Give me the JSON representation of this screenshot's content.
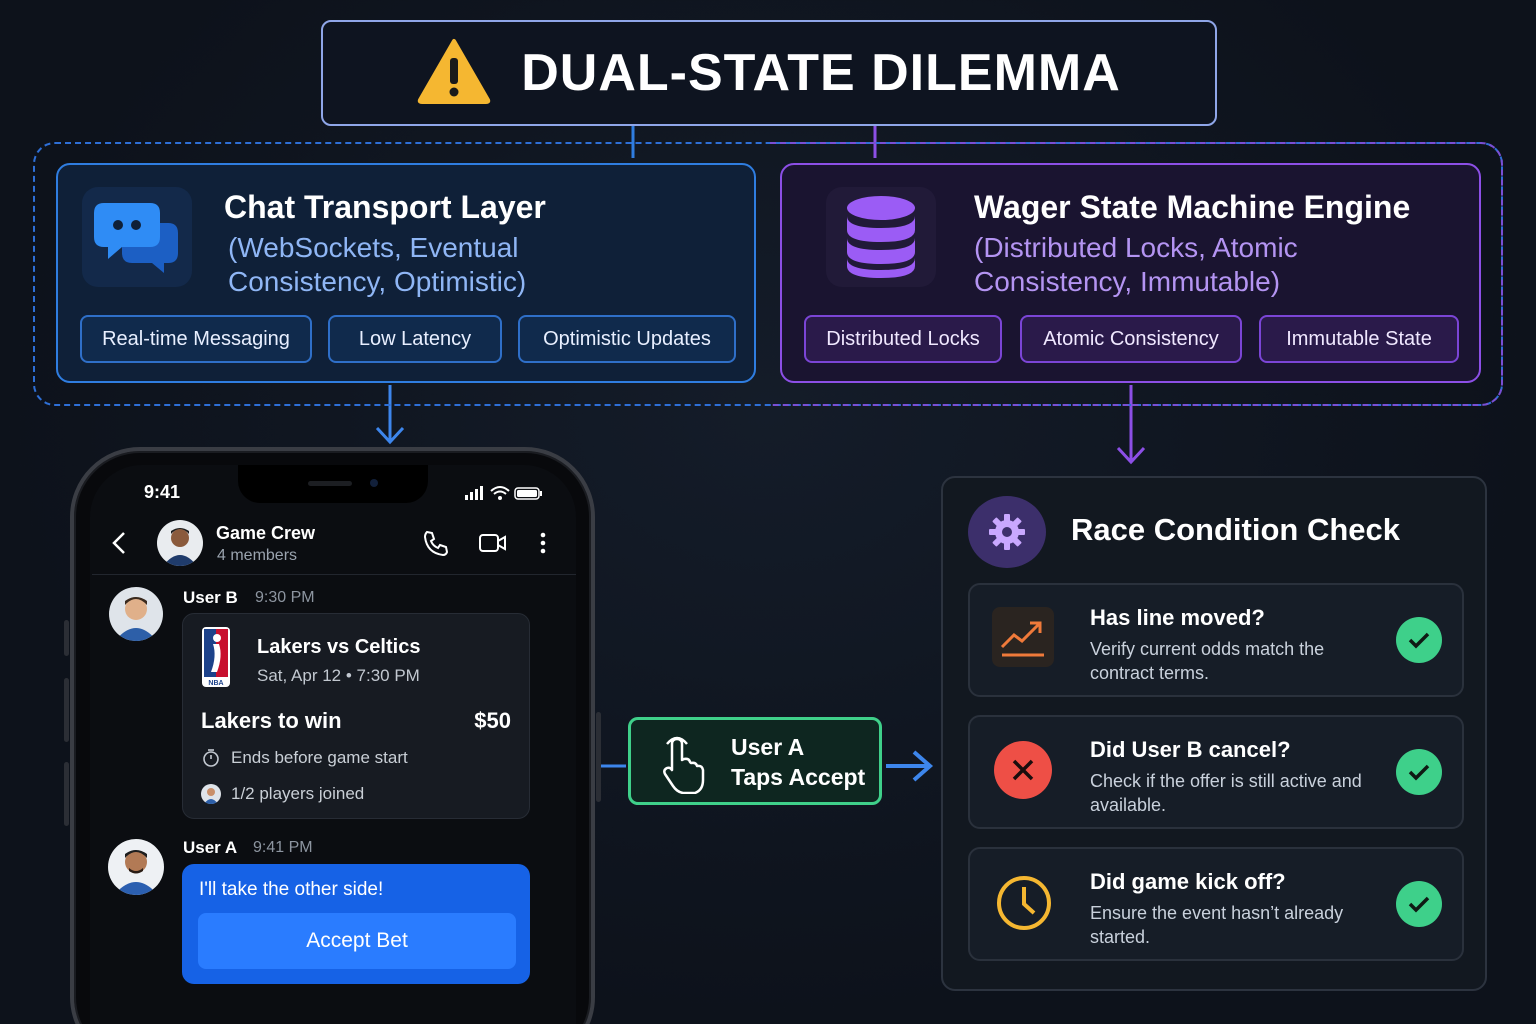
{
  "title": "DUAL-STATE DILEMMA",
  "colors": {
    "blue_accent": "#2f7de0",
    "purple_accent": "#8c4fe6",
    "green_accent": "#3ed08a",
    "warning": "#f5b731",
    "danger": "#f0554a"
  },
  "chat_layer": {
    "icon": "chat-bubbles-icon",
    "title": "Chat Transport Layer",
    "subtitle_line1": "(WebSockets, Eventual",
    "subtitle_line2": "Consistency, Optimistic)",
    "chips": [
      "Real-time Messaging",
      "Low Latency",
      "Optimistic Updates"
    ]
  },
  "wager_engine": {
    "icon": "database-icon",
    "title": "Wager State Machine Engine",
    "subtitle_line1": "(Distributed Locks, Atomic",
    "subtitle_line2": "Consistency, Immutable)",
    "chips": [
      "Distributed Locks",
      "Atomic Consistency",
      "Immutable State"
    ]
  },
  "phone": {
    "time": "9:41",
    "chat": {
      "name": "Game Crew",
      "members": "4 members"
    },
    "messages": [
      {
        "user": "User B",
        "time": "9:30 PM",
        "bet": {
          "matchup": "Lakers vs Celtics",
          "date": "Sat, Apr 12 • 7:30 PM",
          "pick": "Lakers to win",
          "amount": "$50",
          "expiry": "Ends before game start",
          "players": "1/2 players joined",
          "league_logo": "NBA"
        }
      },
      {
        "user": "User A",
        "time": "9:41 PM",
        "text": "I'll take the other side!",
        "button": "Accept Bet"
      }
    ]
  },
  "action": {
    "line1": "User A",
    "line2": "Taps Accept",
    "icon": "tap-hand-icon"
  },
  "race": {
    "icon": "gear-icon",
    "title": "Race Condition Check",
    "checks": [
      {
        "icon": "trend-up-icon",
        "title": "Has line moved?",
        "desc": "Verify current odds match the contract terms.",
        "status": "passed"
      },
      {
        "icon": "cancel-x-icon",
        "title": "Did User B cancel?",
        "desc": "Check if the offer is still active and available.",
        "status": "passed"
      },
      {
        "icon": "clock-icon",
        "title": "Did game kick off?",
        "desc": "Ensure the event hasn’t already started.",
        "status": "passed"
      }
    ]
  }
}
